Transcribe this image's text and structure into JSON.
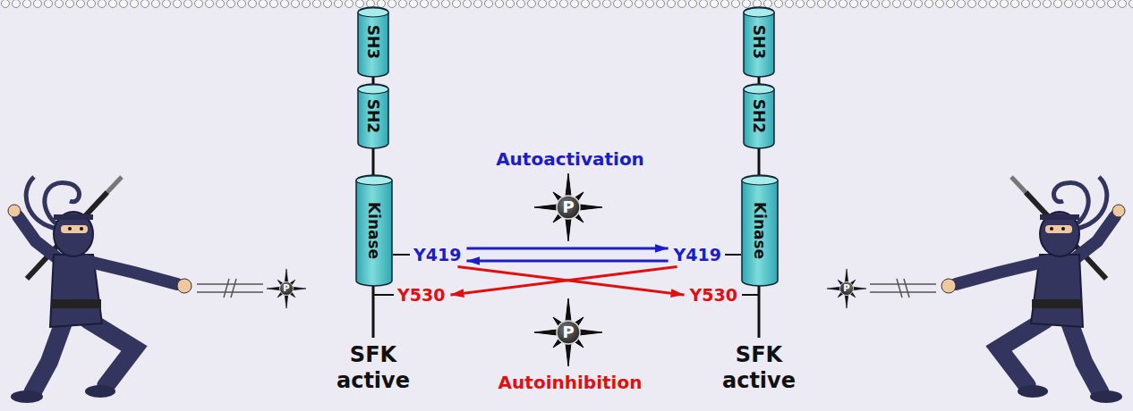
{
  "diagram": {
    "nodes": [
      {
        "text": [
          "SH3"
        ]
      },
      {
        "text": [
          "SH2"
        ]
      },
      {
        "text": [
          "Kinase"
        ]
      },
      {
        "text": [
          "Y419"
        ]
      },
      {
        "text": [
          "Y530"
        ]
      },
      {
        "text": [
          "SH3"
        ]
      },
      {
        "text": [
          "SH2"
        ]
      },
      {
        "text": [
          "Kinase"
        ]
      },
      {
        "text": [
          "Y419"
        ]
      },
      {
        "text": [
          "Y530"
        ]
      }
    ],
    "edges": [
      {
        "from": 3,
        "to": 8,
        "arrow": "to"
      },
      {
        "from": 8,
        "to": 3,
        "arrow": "to"
      },
      {
        "from": 3,
        "to": 9,
        "arrow": "to"
      },
      {
        "from": 8,
        "to": 4,
        "arrow": "to"
      }
    ],
    "labels": [
      "Autoactivation",
      "P",
      "P",
      "P",
      "P",
      "SFK active",
      "SFK active",
      "Autoinhibition"
    ]
  }
}
